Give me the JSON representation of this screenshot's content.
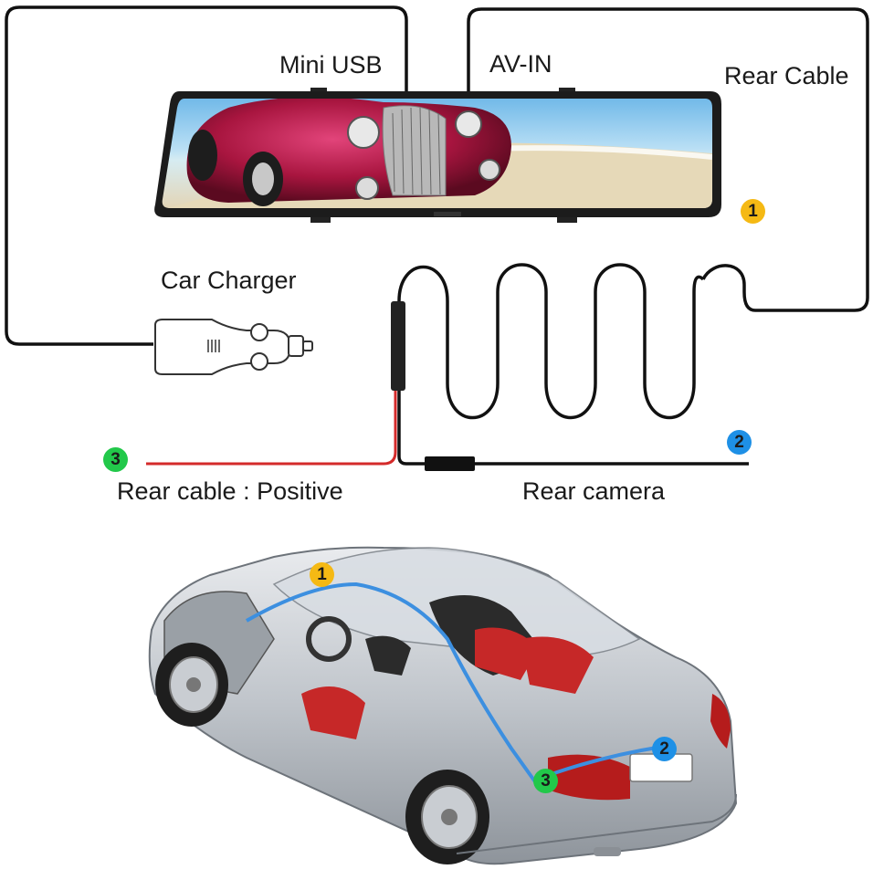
{
  "labels": {
    "mini_usb": "Mini USB",
    "av_in": "AV-IN",
    "rear_cable": "Rear Cable",
    "car_charger": "Car Charger",
    "rear_positive": "Rear cable : Positive",
    "rear_camera": "Rear camera"
  },
  "badges": {
    "one": "1",
    "two": "2",
    "three": "3"
  },
  "colors": {
    "badge_1": "#f5b914",
    "badge_2": "#1e90e6",
    "badge_3": "#22c84a",
    "positive_wire": "#d42a2a",
    "route_line": "#3c8fe0"
  }
}
